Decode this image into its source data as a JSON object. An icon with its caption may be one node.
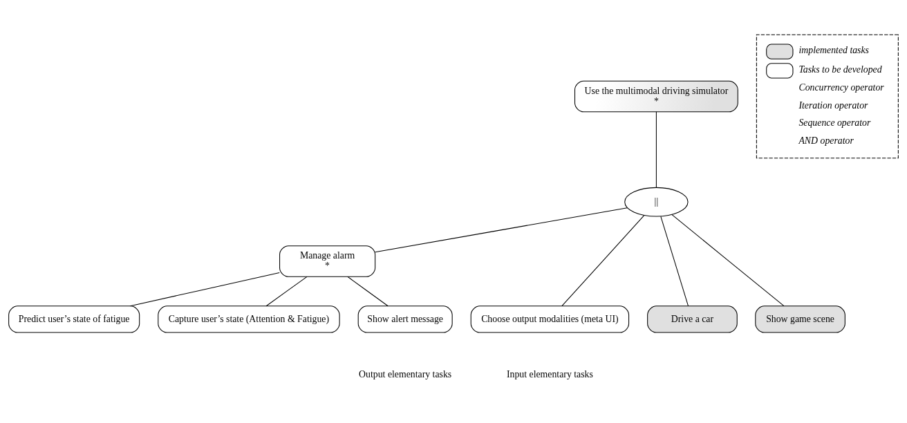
{
  "diagram": {
    "nodes": [
      {
        "text": [
          "Use the multimodal driving simulator",
          "*"
        ]
      },
      {
        "text": [
          "||"
        ]
      },
      {
        "text": [
          "Manage alarm",
          "*"
        ]
      },
      {
        "text": [
          "Predict user’s state of fatigue"
        ]
      },
      {
        "text": [
          "Capture user’s state (Attention & Fatigue)"
        ]
      },
      {
        "text": [
          "Choose output modalities (meta UI)"
        ]
      },
      {
        "text": [
          "Drive a car"
        ]
      },
      {
        "text": [
          "Show alert message"
        ]
      },
      {
        "text": [
          "Show game scene"
        ]
      }
    ],
    "edges": [
      {
        "from": 0,
        "to": 1,
        "arrow": "none"
      },
      {
        "from": 1,
        "to": 5,
        "arrow": "none"
      },
      {
        "from": 1,
        "to": 6,
        "arrow": "none"
      },
      {
        "from": 1,
        "to": 2,
        "arrow": "none"
      },
      {
        "from": 1,
        "to": 8,
        "arrow": "none"
      },
      {
        "from": 2,
        "to": 3,
        "arrow": "none"
      },
      {
        "from": 2,
        "to": 4,
        "arrow": "none"
      },
      {
        "from": 2,
        "to": 7,
        "arrow": "none"
      }
    ],
    "labels": [
      "Input elementary tasks",
      "Output elementary tasks"
    ],
    "legend": [
      {
        "text": "implemented tasks",
        "color": "#e0e0e0"
      },
      {
        "text": "Tasks to be developed",
        "color": "#ffffff"
      },
      {
        "text": "Concurrency operator"
      },
      {
        "text": "Iteration operator"
      },
      {
        "text": "Sequence operator"
      },
      {
        "text": "AND operator"
      }
    ]
  }
}
